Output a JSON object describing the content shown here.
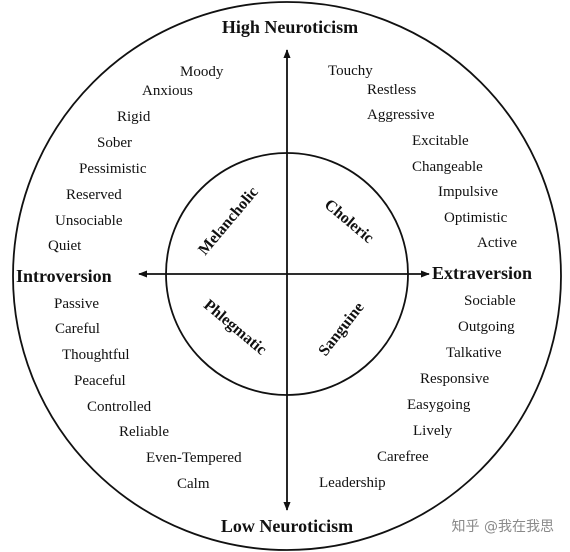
{
  "axes": {
    "top": "High  Neuroticism",
    "bottom": "Low  Neuroticism",
    "left": "Introversion",
    "right": "Extraversion"
  },
  "temperaments": {
    "upper_left": "Melancholic",
    "upper_right": "Choleric",
    "lower_left": "Phlegmatic",
    "lower_right": "Sanguine"
  },
  "traits": {
    "upper_left": [
      "Moody",
      "Anxious",
      "Rigid",
      "Sober",
      "Pessimistic",
      "Reserved",
      "Unsociable",
      "Quiet"
    ],
    "upper_right": [
      "Touchy",
      "Restless",
      "Aggressive",
      "Excitable",
      "Changeable",
      "Impulsive",
      "Optimistic",
      "Active"
    ],
    "lower_left": [
      "Passive",
      "Careful",
      "Thoughtful",
      "Peaceful",
      "Controlled",
      "Reliable",
      "Even-Tempered",
      "Calm"
    ],
    "lower_right": [
      "Sociable",
      "Outgoing",
      "Talkative",
      "Responsive",
      "Easygoing",
      "Lively",
      "Carefree",
      "Leadership"
    ]
  },
  "watermark": "知乎 @我在我思"
}
